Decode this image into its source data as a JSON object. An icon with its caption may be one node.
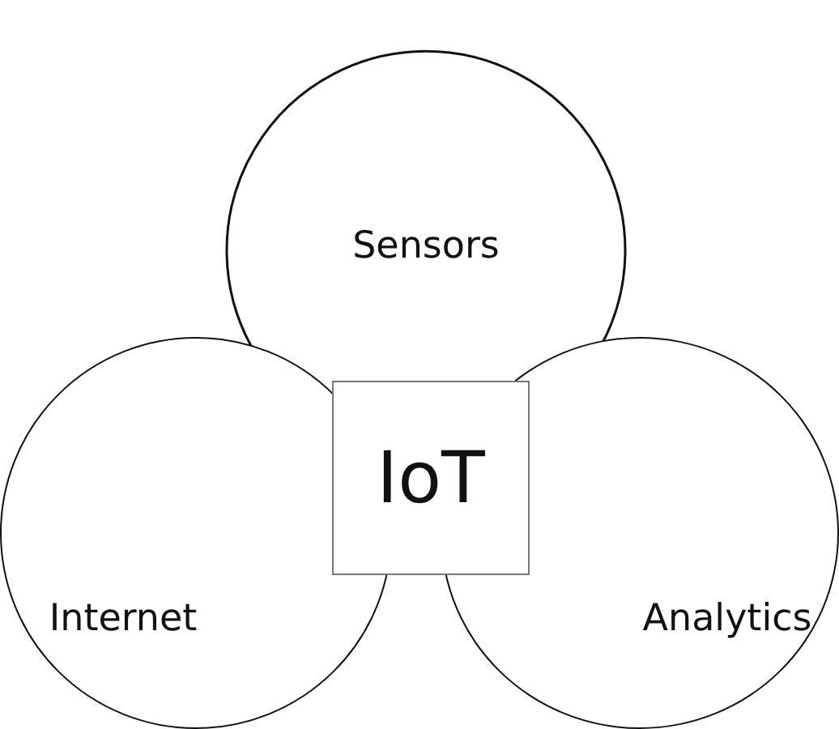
{
  "diagram": {
    "nodes": [
      {
        "text": [
          "Sensors"
        ]
      },
      {
        "text": [
          "Internet"
        ]
      },
      {
        "text": [
          "Analytics"
        ]
      },
      {
        "text": [
          "IoT"
        ]
      }
    ]
  }
}
